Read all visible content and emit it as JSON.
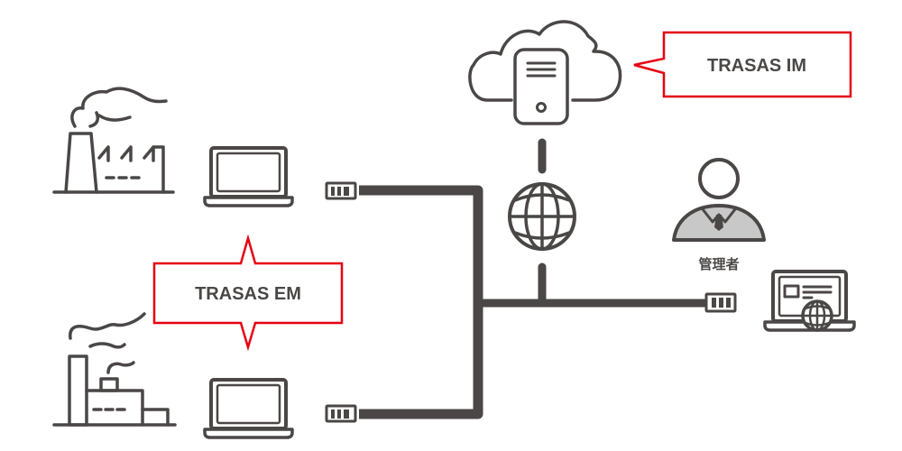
{
  "diagram": {
    "callouts": {
      "im": {
        "label": "TRASAS IM",
        "color": "#e60012"
      },
      "em": {
        "label": "TRASAS EM",
        "color": "#e60012"
      }
    },
    "admin": {
      "label": "管理者"
    },
    "colors": {
      "ink": "#4a4746",
      "admin_fill": "#c8c8c8"
    },
    "nodes": [
      {
        "id": "cloud-server",
        "icon": "cloud-server-icon"
      },
      {
        "id": "internet",
        "icon": "globe-icon"
      },
      {
        "id": "factory-1",
        "icon": "factory-icon"
      },
      {
        "id": "laptop-1",
        "icon": "laptop-icon"
      },
      {
        "id": "factory-2",
        "icon": "factory-icon"
      },
      {
        "id": "laptop-2",
        "icon": "laptop-icon"
      },
      {
        "id": "admin",
        "icon": "person-icon"
      },
      {
        "id": "admin-laptop",
        "icon": "laptop-web-icon"
      }
    ]
  }
}
